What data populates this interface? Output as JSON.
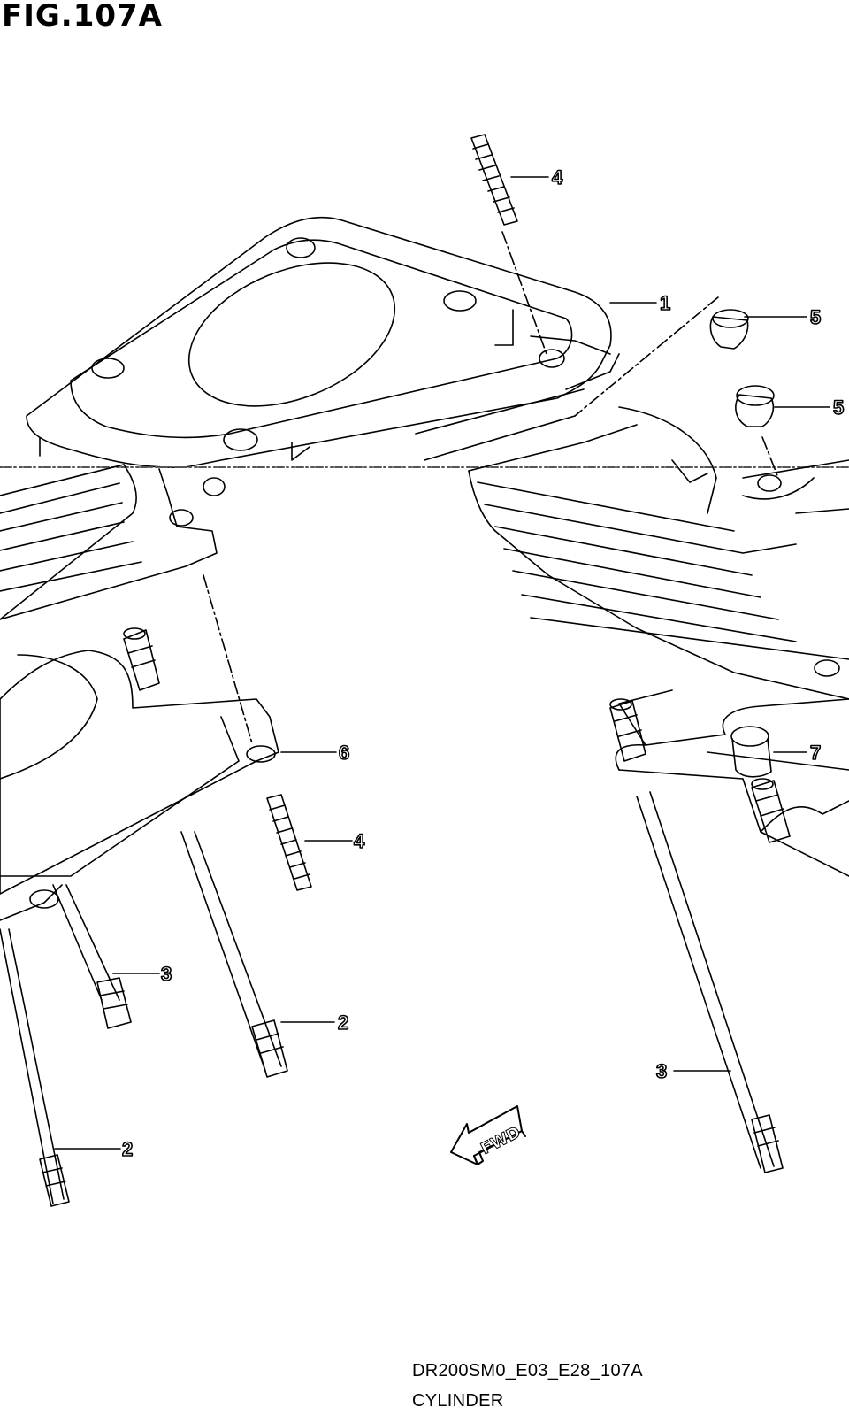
{
  "figure": {
    "title": "FIG.107A",
    "drawing_code": "DR200SM0_E03_E28_107A",
    "name": "CYLINDER",
    "fwd_label": "FWD"
  },
  "callouts": [
    "1",
    "2",
    "2",
    "3",
    "3",
    "4",
    "4",
    "5",
    "5",
    "6",
    "7"
  ]
}
